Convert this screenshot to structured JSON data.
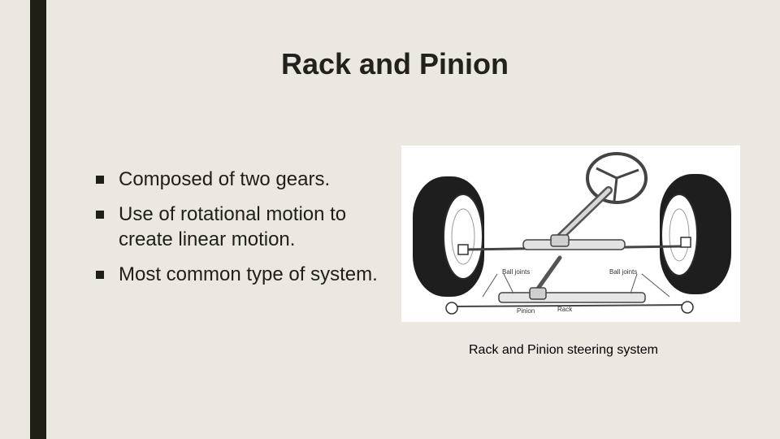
{
  "slide": {
    "title": "Rack and Pinion",
    "bullets": [
      "Composed of two gears.",
      "Use of rotational motion to create linear motion.",
      "Most common type of system."
    ],
    "figure": {
      "labels": {
        "ball_joints_left": "Ball joints",
        "ball_joints_right": "Ball joints",
        "pinion": "Pinion",
        "rack": "Rack"
      },
      "caption": "Rack and Pinion steering system"
    }
  },
  "colors": {
    "background": "#ebe8e1",
    "accent_bar": "#1f1f16",
    "text": "#1f1f1a"
  }
}
